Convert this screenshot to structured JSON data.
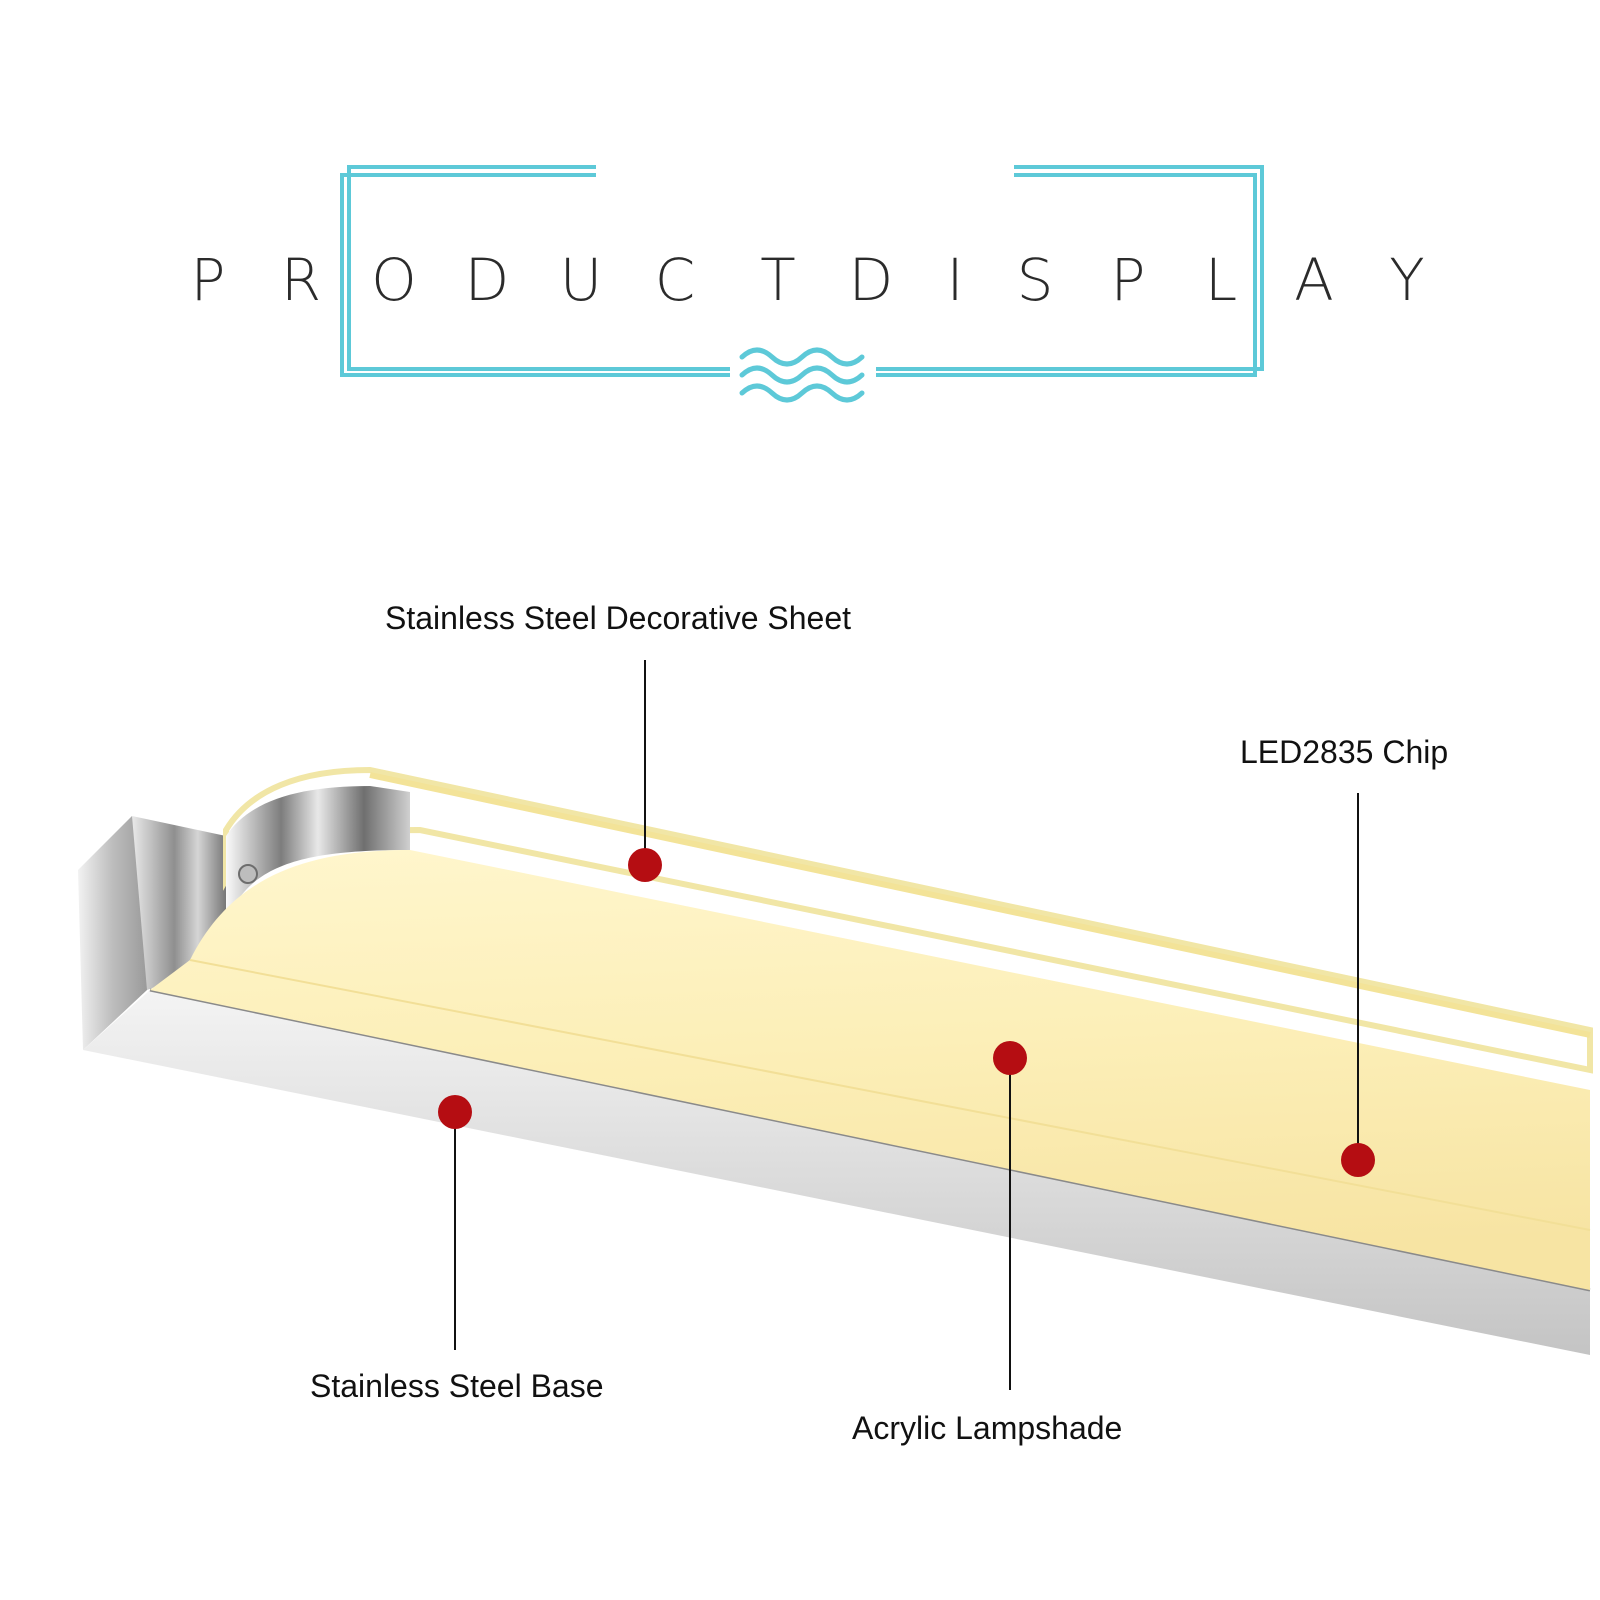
{
  "header": {
    "title_letters": [
      "P",
      "R",
      "O",
      "D",
      "U",
      "C",
      "T",
      "D",
      "I",
      "S",
      "P",
      "L",
      "A",
      "Y"
    ],
    "frame_color": "#5dc9d8",
    "wave_icon": "wave-icon"
  },
  "callouts": [
    {
      "label": "Stainless Steel Decorative Sheet"
    },
    {
      "label": "LED2835 Chip"
    },
    {
      "label": "Stainless Steel Base"
    },
    {
      "label": "Acrylic Lampshade"
    }
  ],
  "colors": {
    "marker": "#b50d12",
    "acrylic": "#fcefb8",
    "steel": "#d9d9d9",
    "text": "#111111"
  }
}
